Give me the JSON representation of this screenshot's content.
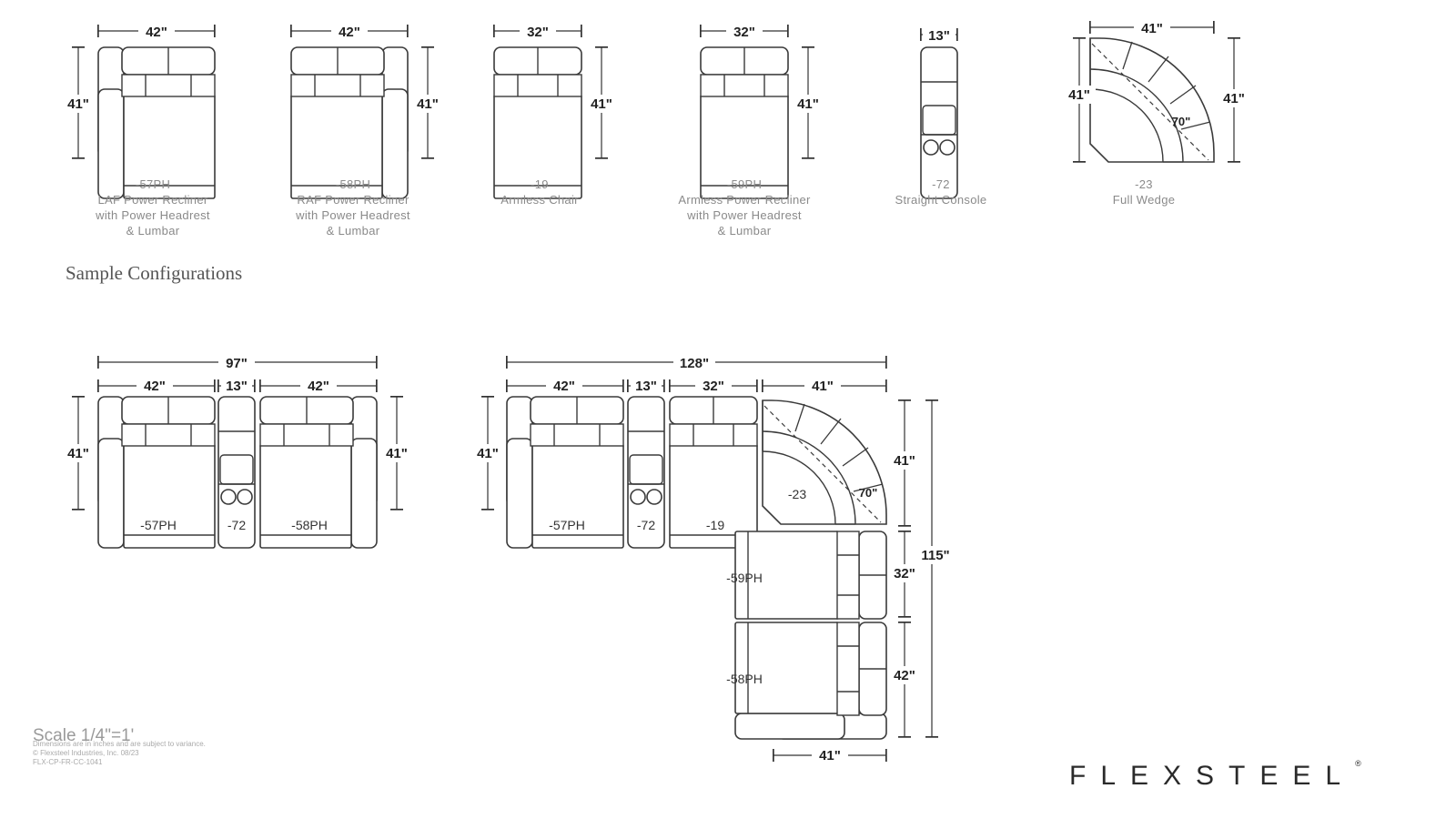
{
  "pieces": [
    {
      "code": "-57PH",
      "lines": [
        "LAF Power Recliner",
        "with Power Headrest",
        "& Lumbar"
      ],
      "width": "42\"",
      "depth": "41\""
    },
    {
      "code": "-58PH",
      "lines": [
        "RAF Power Recliner",
        "with Power Headrest",
        "& Lumbar"
      ],
      "width": "42\"",
      "depth": "41\""
    },
    {
      "code": "-19",
      "lines": [
        "Armless Chair"
      ],
      "width": "32\"",
      "depth": "41\""
    },
    {
      "code": "-59PH",
      "lines": [
        "Armless Power Recliner",
        "with Power Headrest",
        "& Lumbar"
      ],
      "width": "32\"",
      "depth": "41\""
    },
    {
      "code": "-72",
      "lines": [
        "Straight Console"
      ],
      "width": "13\""
    },
    {
      "code": "-23",
      "lines": [
        "Full Wedge"
      ],
      "width": "41\"",
      "depth_left": "41\"",
      "depth_right": "41\"",
      "inner": "70\""
    }
  ],
  "section_title": "Sample Configurations",
  "config1": {
    "total": "97\"",
    "segments": [
      "42\"",
      "13\"",
      "42\""
    ],
    "depth_left": "41\"",
    "depth_right": "41\"",
    "codes": [
      "-57PH",
      "-72",
      "-58PH"
    ]
  },
  "config2": {
    "total": "128\"",
    "segments": [
      "42\"",
      "13\"",
      "32\"",
      "41\""
    ],
    "depth_left": "41\"",
    "codes": [
      "-57PH",
      "-72",
      "-19"
    ],
    "wedge_code": "-23",
    "wedge_inner": "70\"",
    "right_segments": [
      "41\"",
      "32\"",
      "42\""
    ],
    "right_total": "115\"",
    "side_codes": [
      "-59PH",
      "-58PH"
    ],
    "bottom": "41\""
  },
  "scale": "Scale 1/4\"=1'",
  "fine_print": [
    "Dimensions are in inches and are subject to variance.",
    "© Flexsteel Industries, Inc. 08/23",
    "FLX-CP-FR-CC-1041"
  ],
  "brand": "FLEXSTEEL",
  "brand_mark": "®",
  "colors": {
    "line": "#3a3a3a",
    "label": "#8a8a8a"
  }
}
